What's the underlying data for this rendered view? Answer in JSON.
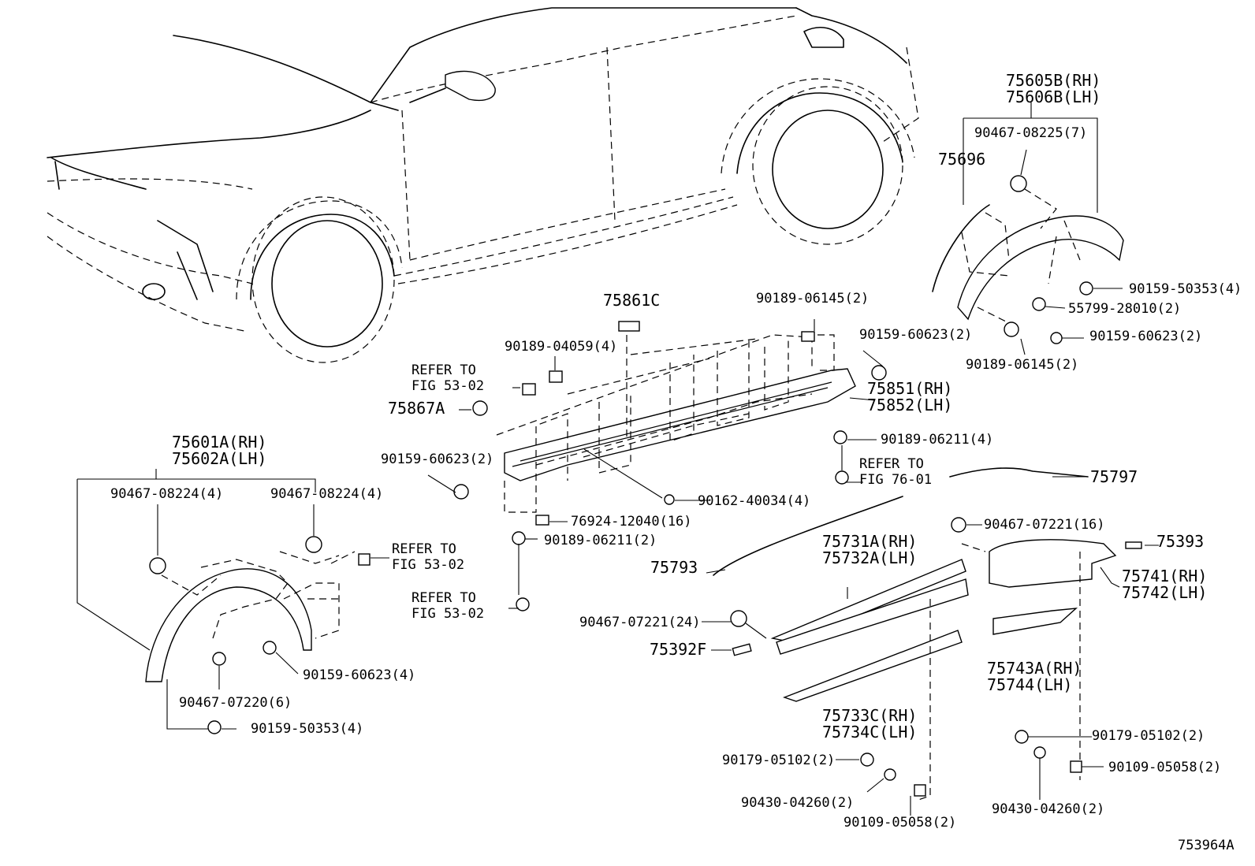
{
  "diagram_id": "753964A",
  "callouts": [
    {
      "id": "c_75605b",
      "text": "75605B(RH)"
    },
    {
      "id": "c_75606b",
      "text": "75606B(LH)"
    },
    {
      "id": "c_90467_08225",
      "text": "90467-08225(7)"
    },
    {
      "id": "c_75696",
      "text": "75696"
    },
    {
      "id": "c_90159_50353_r",
      "text": "90159-50353(4)"
    },
    {
      "id": "c_55799",
      "text": "55799-28010(2)"
    },
    {
      "id": "c_90159_60623_r",
      "text": "90159-60623(2)"
    },
    {
      "id": "c_90189_06145_r",
      "text": "90189-06145(2)"
    },
    {
      "id": "c_75861c",
      "text": "75861C"
    },
    {
      "id": "c_90189_06145_t",
      "text": "90189-06145(2)"
    },
    {
      "id": "c_90189_04059",
      "text": "90189-04059(4)"
    },
    {
      "id": "c_90159_60623_t",
      "text": "90159-60623(2)"
    },
    {
      "id": "c_refer_a1",
      "text": "REFER TO"
    },
    {
      "id": "c_refer_a2",
      "text": "FIG 53-02"
    },
    {
      "id": "c_75851",
      "text": "75851(RH)"
    },
    {
      "id": "c_75852",
      "text": "75852(LH)"
    },
    {
      "id": "c_75867a",
      "text": "75867A"
    },
    {
      "id": "c_90189_06211_a",
      "text": "90189-06211(4)"
    },
    {
      "id": "c_refer_b1",
      "text": "REFER TO"
    },
    {
      "id": "c_refer_b2",
      "text": "FIG 76-01"
    },
    {
      "id": "c_75797",
      "text": "75797"
    },
    {
      "id": "c_75601a",
      "text": "75601A(RH)"
    },
    {
      "id": "c_75602a",
      "text": "75602A(LH)"
    },
    {
      "id": "c_90159_60623_m",
      "text": "90159-60623(2)"
    },
    {
      "id": "c_90162",
      "text": "90162-40034(4)"
    },
    {
      "id": "c_90467_08224_l",
      "text": "90467-08224(4)"
    },
    {
      "id": "c_90467_08224_r",
      "text": "90467-08224(4)"
    },
    {
      "id": "c_76924",
      "text": "76924-12040(16)"
    },
    {
      "id": "c_90189_06211_b",
      "text": "90189-06211(2)"
    },
    {
      "id": "c_90467_07221_16",
      "text": "90467-07221(16)"
    },
    {
      "id": "c_75393",
      "text": "75393"
    },
    {
      "id": "c_refer_c1",
      "text": "REFER TO"
    },
    {
      "id": "c_refer_c2",
      "text": "FIG 53-02"
    },
    {
      "id": "c_75731a",
      "text": "75731A(RH)"
    },
    {
      "id": "c_75732a",
      "text": "75732A(LH)"
    },
    {
      "id": "c_75793",
      "text": "75793"
    },
    {
      "id": "c_75741",
      "text": "75741(RH)"
    },
    {
      "id": "c_75742",
      "text": "75742(LH)"
    },
    {
      "id": "c_refer_d1",
      "text": "REFER TO"
    },
    {
      "id": "c_refer_d2",
      "text": "FIG 53-02"
    },
    {
      "id": "c_90467_07221_24",
      "text": "90467-07221(24)"
    },
    {
      "id": "c_75392f",
      "text": "75392F"
    },
    {
      "id": "c_90159_60623_4",
      "text": "90159-60623(4)"
    },
    {
      "id": "c_75743a",
      "text": "75743A(RH)"
    },
    {
      "id": "c_75744",
      "text": "75744(LH)"
    },
    {
      "id": "c_90467_07220",
      "text": "90467-07220(6)"
    },
    {
      "id": "c_75733c",
      "text": "75733C(RH)"
    },
    {
      "id": "c_75734c",
      "text": "75734C(LH)"
    },
    {
      "id": "c_90159_50353_l",
      "text": "90159-50353(4)"
    },
    {
      "id": "c_90179_05102_r",
      "text": "90179-05102(2)"
    },
    {
      "id": "c_90179_05102_l",
      "text": "90179-05102(2)"
    },
    {
      "id": "c_90109_05058_r",
      "text": "90109-05058(2)"
    },
    {
      "id": "c_90430_04260_l",
      "text": "90430-04260(2)"
    },
    {
      "id": "c_90430_04260_r",
      "text": "90430-04260(2)"
    },
    {
      "id": "c_90109_05058_l",
      "text": "90109-05058(2)"
    }
  ]
}
